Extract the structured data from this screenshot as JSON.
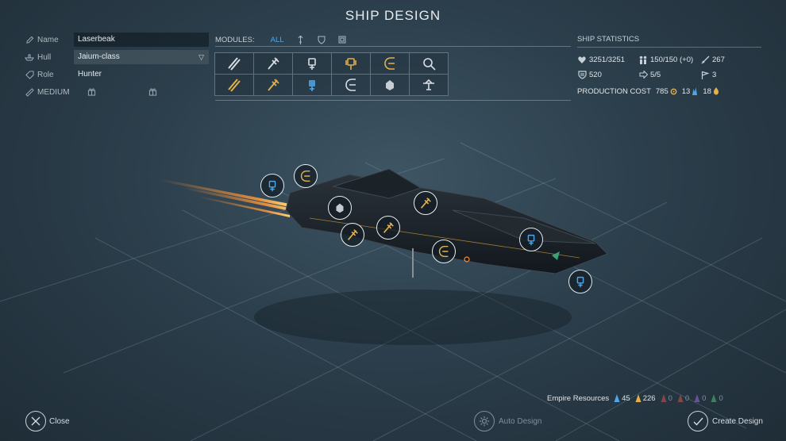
{
  "title": "SHIP DESIGN",
  "info": {
    "name_label": "Name",
    "name_value": "Laserbeak",
    "hull_label": "Hull",
    "hull_value": "Jaium-class",
    "role_label": "Role",
    "role_value": "Hunter",
    "size_label": "MEDIUM"
  },
  "modules": {
    "label": "MODULES:",
    "filter_active": "ALL",
    "filter_icons": [
      "weapon-filter-icon",
      "defense-filter-icon",
      "support-filter-icon"
    ],
    "cells": [
      {
        "icon": "twin-missile-icon",
        "color": "#d8dde2"
      },
      {
        "icon": "flak-cannon-icon",
        "color": "#d8dde2"
      },
      {
        "icon": "shield-generator-icon",
        "color": "#d8dde2"
      },
      {
        "icon": "heavy-shield-icon",
        "color": "#e3b04b"
      },
      {
        "icon": "laser-icon",
        "color": "#e3b04b"
      },
      {
        "icon": "targeting-icon",
        "color": "#d8dde2"
      },
      {
        "icon": "gold-missile-icon",
        "color": "#e3b04b"
      },
      {
        "icon": "gold-flak-icon",
        "color": "#e3b04b"
      },
      {
        "icon": "blue-shield-icon",
        "color": "#4ea6e8"
      },
      {
        "icon": "beam-weapon-icon",
        "color": "#d8dde2"
      },
      {
        "icon": "repair-module-icon",
        "color": "#d8dde2"
      },
      {
        "icon": "drone-bay-icon",
        "color": "#d8dde2"
      }
    ]
  },
  "stats": {
    "heading": "SHIP STATISTICS",
    "hull_points": "3251/3251",
    "crew": "150/150 (+0)",
    "attack": "267",
    "armor": "520",
    "movement": "5/5",
    "flags": "3",
    "production_label": "PRODUCTION COST",
    "cost_industry": "785",
    "cost_titanium": "13",
    "cost_hyperium": "18"
  },
  "empire": {
    "label": "Empire Resources",
    "resources": [
      "45",
      "226",
      "0",
      "0",
      "0",
      "0"
    ],
    "colors": [
      "#4ea6e8",
      "#e3b04b",
      "#c0554d",
      "#c0554d",
      "#8e6bc9",
      "#4cb56a"
    ]
  },
  "buttons": {
    "close": "Close",
    "auto_design": "Auto Design",
    "create_design": "Create Design"
  },
  "colors": {
    "accent_blue": "#4ea6e8",
    "module_gold": "#e3b04b",
    "engine_glow": "#ff8a2a"
  }
}
